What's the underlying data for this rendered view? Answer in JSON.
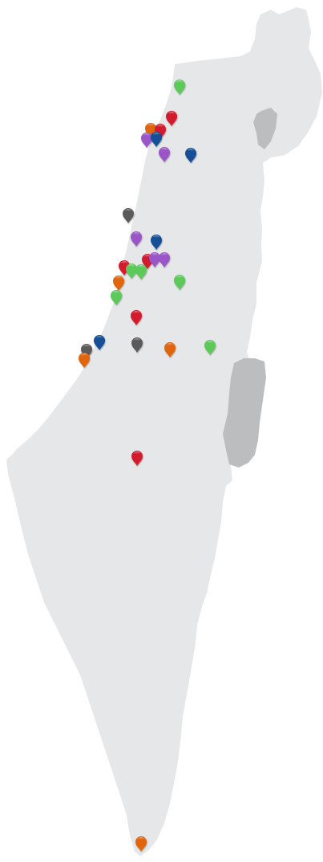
{
  "map": {
    "land_color": "#e6e7e8",
    "water_color": "#bcbdbf",
    "background_color": "#ffffff"
  },
  "marker_colors": {
    "red": "#d21f2f",
    "orange": "#e0650f",
    "green": "#5cc95a",
    "purple": "#9a55c8",
    "blue": "#124f95",
    "gray": "#5a5a5a"
  },
  "markers": [
    {
      "color": "green",
      "icon": "map-pin-icon"
    },
    {
      "color": "red",
      "icon": "map-pin-icon"
    },
    {
      "color": "orange",
      "icon": "map-pin-icon"
    },
    {
      "color": "red",
      "icon": "map-pin-icon"
    },
    {
      "color": "purple",
      "icon": "map-pin-icon"
    },
    {
      "color": "blue",
      "icon": "map-pin-icon"
    },
    {
      "color": "purple",
      "icon": "map-pin-icon"
    },
    {
      "color": "blue",
      "icon": "map-pin-icon"
    },
    {
      "color": "gray",
      "icon": "map-pin-icon"
    },
    {
      "color": "purple",
      "icon": "map-pin-icon"
    },
    {
      "color": "blue",
      "icon": "map-pin-icon"
    },
    {
      "color": "red",
      "icon": "map-pin-icon"
    },
    {
      "color": "purple",
      "icon": "map-pin-icon"
    },
    {
      "color": "purple",
      "icon": "map-pin-icon"
    },
    {
      "color": "red",
      "icon": "map-pin-icon"
    },
    {
      "color": "green",
      "icon": "map-pin-icon"
    },
    {
      "color": "green",
      "icon": "map-pin-icon"
    },
    {
      "color": "orange",
      "icon": "map-pin-icon"
    },
    {
      "color": "green",
      "icon": "map-pin-icon"
    },
    {
      "color": "green",
      "icon": "map-pin-icon"
    },
    {
      "color": "red",
      "icon": "map-pin-icon"
    },
    {
      "color": "blue",
      "icon": "map-pin-icon"
    },
    {
      "color": "gray",
      "icon": "map-pin-icon"
    },
    {
      "color": "gray",
      "icon": "map-pin-icon"
    },
    {
      "color": "orange",
      "icon": "map-pin-icon"
    },
    {
      "color": "orange",
      "icon": "map-pin-icon"
    },
    {
      "color": "green",
      "icon": "map-pin-icon"
    },
    {
      "color": "red",
      "icon": "map-pin-icon"
    },
    {
      "color": "orange",
      "icon": "map-pin-icon"
    }
  ]
}
